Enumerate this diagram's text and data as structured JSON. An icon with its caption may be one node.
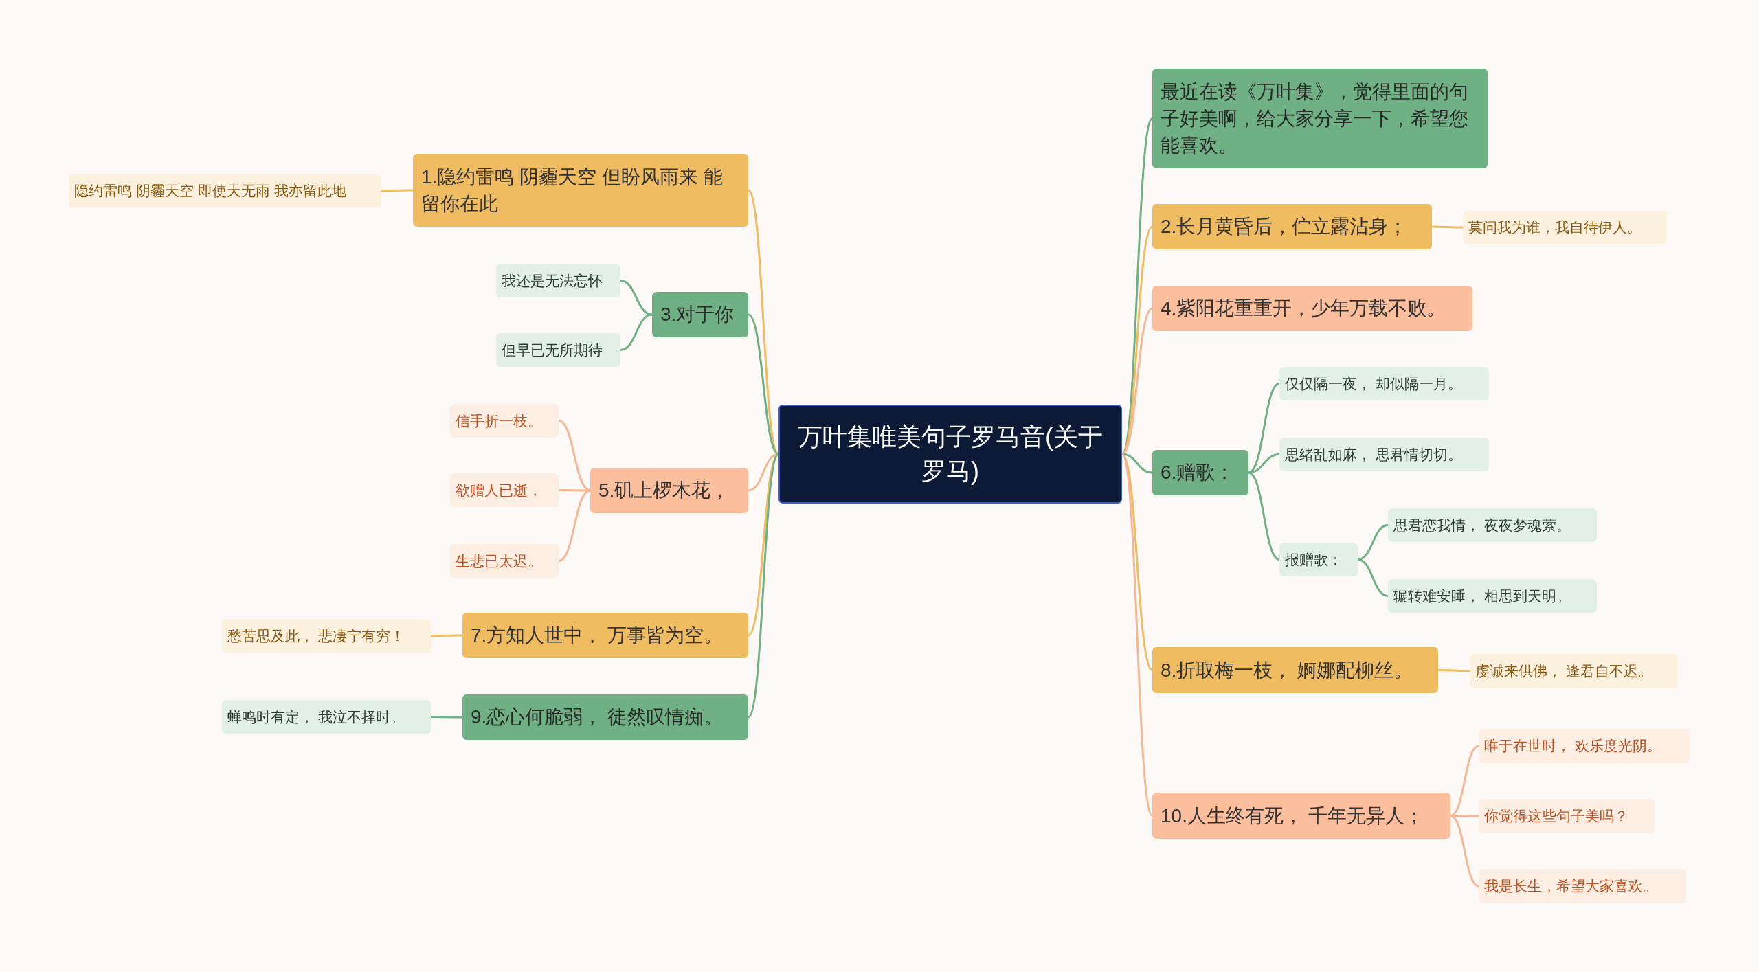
{
  "diagram": {
    "nodes": [
      {
        "text": [
          "万叶集唯美句子罗马音(关于罗马)"
        ]
      },
      {
        "text": [
          "1.隐约雷鸣 阴霾天空 但盼风雨来 能留你在此"
        ]
      },
      {
        "text": [
          "隐约雷鸣 阴霾天空 即使天无雨 我亦留此地"
        ]
      },
      {
        "text": [
          "3.对于你"
        ]
      },
      {
        "text": [
          "我还是无法忘怀"
        ]
      },
      {
        "text": [
          "但早已无所期待"
        ]
      },
      {
        "text": [
          "5.矶上椤木花，"
        ]
      },
      {
        "text": [
          "信手折一枝。"
        ]
      },
      {
        "text": [
          "欲赠人已逝，"
        ]
      },
      {
        "text": [
          "生悲已太迟。"
        ]
      },
      {
        "text": [
          "7.方知人世中， 万事皆为空。"
        ]
      },
      {
        "text": [
          "愁苦思及此， 悲凄宁有穷！"
        ]
      },
      {
        "text": [
          "9.恋心何脆弱， 徒然叹情痴。"
        ]
      },
      {
        "text": [
          "蝉鸣时有定， 我泣不择时。"
        ]
      },
      {
        "text": [
          "最近在读《万叶集》，觉得里面的句子好美啊，给大家分享一下，希望您能喜欢。"
        ]
      },
      {
        "text": [
          "2.长月黄昏后，伫立露沾身；"
        ]
      },
      {
        "text": [
          "莫问我为谁，我自待伊人。"
        ]
      },
      {
        "text": [
          "4.紫阳花重重开，少年万载不败。"
        ]
      },
      {
        "text": [
          "6.赠歌："
        ]
      },
      {
        "text": [
          "仅仅隔一夜， 却似隔一月。"
        ]
      },
      {
        "text": [
          "思绪乱如麻， 思君情切切。"
        ]
      },
      {
        "text": [
          "报赠歌："
        ]
      },
      {
        "text": [
          "思君恋我情， 夜夜梦魂萦。"
        ]
      },
      {
        "text": [
          "辗转难安睡， 相思到天明。"
        ]
      },
      {
        "text": [
          "8.折取梅一枝， 婀娜配柳丝。"
        ]
      },
      {
        "text": [
          "虔诚来供佛， 逢君自不迟。"
        ]
      },
      {
        "text": [
          "10.人生终有死， 千年无异人；"
        ]
      },
      {
        "text": [
          "唯于在世时， 欢乐度光阴。"
        ]
      },
      {
        "text": [
          "你觉得这些句子美吗？"
        ]
      },
      {
        "text": [
          "我是长生，希望大家喜欢。"
        ]
      }
    ],
    "edges": [
      {
        "from": 0,
        "to": 1,
        "arrow": "none",
        "color": "#f0bc62"
      },
      {
        "from": 1,
        "to": 2,
        "arrow": "none",
        "color": "#f0bc62"
      },
      {
        "from": 0,
        "to": 3,
        "arrow": "none"
      },
      {
        "from": 3,
        "to": 4,
        "arrow": "none"
      },
      {
        "from": 3,
        "to": 5,
        "arrow": "none"
      },
      {
        "from": 0,
        "to": 6,
        "arrow": "none",
        "color": "#f5b896"
      },
      {
        "from": 6,
        "to": 7,
        "arrow": "none",
        "color": "#f5b896"
      },
      {
        "from": 6,
        "to": 8,
        "arrow": "none",
        "color": "#f5b896"
      },
      {
        "from": 6,
        "to": 9,
        "arrow": "none",
        "color": "#f5b896"
      },
      {
        "from": 0,
        "to": 10,
        "arrow": "none",
        "color": "#f0bc62"
      },
      {
        "from": 10,
        "to": 11,
        "arrow": "none",
        "color": "#f0bc62"
      },
      {
        "from": 0,
        "to": 12,
        "arrow": "none"
      },
      {
        "from": 12,
        "to": 13,
        "arrow": "none"
      },
      {
        "from": 0,
        "to": 14,
        "arrow": "none"
      },
      {
        "from": 0,
        "to": 15,
        "arrow": "none",
        "color": "#f0bc62"
      },
      {
        "from": 15,
        "to": 16,
        "arrow": "none",
        "color": "#f0bc62"
      },
      {
        "from": 0,
        "to": 17,
        "arrow": "none",
        "color": "#f5b896"
      },
      {
        "from": 0,
        "to": 18,
        "arrow": "none"
      },
      {
        "from": 18,
        "to": 19,
        "arrow": "none"
      },
      {
        "from": 18,
        "to": 20,
        "arrow": "none"
      },
      {
        "from": 18,
        "to": 21,
        "arrow": "none"
      },
      {
        "from": 21,
        "to": 22,
        "arrow": "none"
      },
      {
        "from": 21,
        "to": 23,
        "arrow": "none"
      },
      {
        "from": 0,
        "to": 24,
        "arrow": "none",
        "color": "#f0bc62"
      },
      {
        "from": 24,
        "to": 25,
        "arrow": "none",
        "color": "#f0bc62"
      },
      {
        "from": 0,
        "to": 26,
        "arrow": "none",
        "color": "#f5b896"
      },
      {
        "from": 26,
        "to": 27,
        "arrow": "none",
        "color": "#f5b896"
      },
      {
        "from": 26,
        "to": 28,
        "arrow": "none",
        "color": "#f5b896"
      },
      {
        "from": 26,
        "to": 29,
        "arrow": "none",
        "color": "#f5b896"
      }
    ]
  }
}
